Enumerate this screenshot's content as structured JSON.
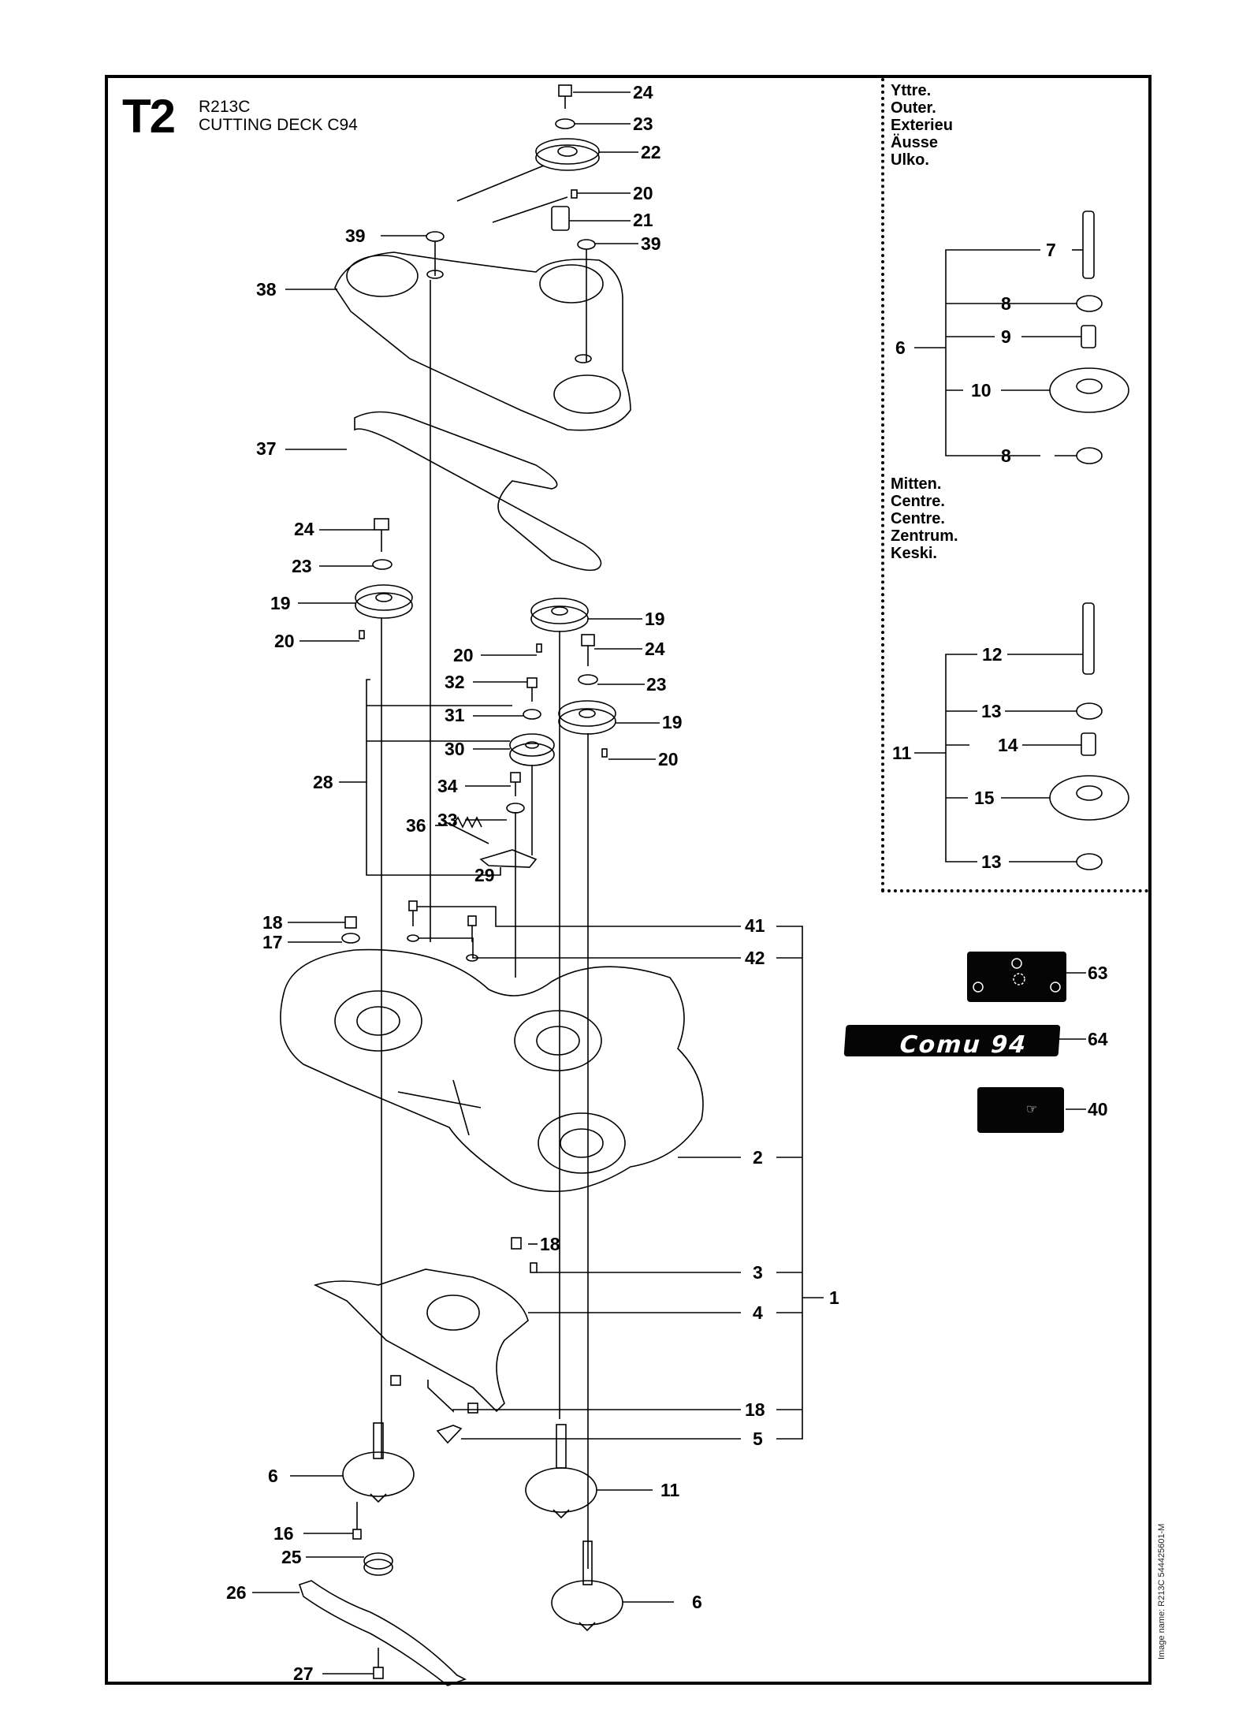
{
  "header": {
    "section_code": "T2",
    "model": "R213C",
    "title": "CUTTING DECK C94"
  },
  "variants": {
    "outer": [
      "Yttre.",
      "Outer.",
      "Exterieu",
      "Äusse",
      "Ulko."
    ],
    "center": [
      "Mitten.",
      "Centre.",
      "Centre.",
      "Zentrum.",
      "Keski."
    ]
  },
  "image_name": "Image name: R213C 544425601-M",
  "decals": {
    "model_badge_text": "Comu 94"
  },
  "callouts": [
    {
      "id": "c24a",
      "label": "24"
    },
    {
      "id": "c23a",
      "label": "23"
    },
    {
      "id": "c22",
      "label": "22"
    },
    {
      "id": "c20a",
      "label": "20"
    },
    {
      "id": "c21",
      "label": "21"
    },
    {
      "id": "c39a",
      "label": "39"
    },
    {
      "id": "c39b",
      "label": "39"
    },
    {
      "id": "c38",
      "label": "38"
    },
    {
      "id": "c37",
      "label": "37"
    },
    {
      "id": "c24b",
      "label": "24"
    },
    {
      "id": "c23b",
      "label": "23"
    },
    {
      "id": "c19a",
      "label": "19"
    },
    {
      "id": "c20b",
      "label": "20"
    },
    {
      "id": "c19b",
      "label": "19"
    },
    {
      "id": "c20c",
      "label": "20"
    },
    {
      "id": "c24c",
      "label": "24"
    },
    {
      "id": "c32",
      "label": "32"
    },
    {
      "id": "c23c",
      "label": "23"
    },
    {
      "id": "c31",
      "label": "31"
    },
    {
      "id": "c19c",
      "label": "19"
    },
    {
      "id": "c30",
      "label": "30"
    },
    {
      "id": "c20d",
      "label": "20"
    },
    {
      "id": "c28",
      "label": "28"
    },
    {
      "id": "c34",
      "label": "34"
    },
    {
      "id": "c33",
      "label": "33"
    },
    {
      "id": "c36",
      "label": "36"
    },
    {
      "id": "c29",
      "label": "29"
    },
    {
      "id": "c18a",
      "label": "18"
    },
    {
      "id": "c17",
      "label": "17"
    },
    {
      "id": "c41",
      "label": "41"
    },
    {
      "id": "c42",
      "label": "42"
    },
    {
      "id": "c2",
      "label": "2"
    },
    {
      "id": "c18b",
      "label": "18"
    },
    {
      "id": "c3",
      "label": "3"
    },
    {
      "id": "c1",
      "label": "1"
    },
    {
      "id": "c4",
      "label": "4"
    },
    {
      "id": "c18c",
      "label": "18"
    },
    {
      "id": "c5",
      "label": "5"
    },
    {
      "id": "c6a",
      "label": "6"
    },
    {
      "id": "c11a",
      "label": "11"
    },
    {
      "id": "c16",
      "label": "16"
    },
    {
      "id": "c25",
      "label": "25"
    },
    {
      "id": "c26",
      "label": "26"
    },
    {
      "id": "c6b",
      "label": "6"
    },
    {
      "id": "c27",
      "label": "27"
    },
    {
      "id": "c63",
      "label": "63"
    },
    {
      "id": "c64",
      "label": "64"
    },
    {
      "id": "c40",
      "label": "40"
    },
    {
      "id": "c7",
      "label": "7"
    },
    {
      "id": "c8a",
      "label": "8"
    },
    {
      "id": "c6c",
      "label": "6"
    },
    {
      "id": "c9",
      "label": "9"
    },
    {
      "id": "c10",
      "label": "10"
    },
    {
      "id": "c8b",
      "label": "8"
    },
    {
      "id": "c12",
      "label": "12"
    },
    {
      "id": "c13a",
      "label": "13"
    },
    {
      "id": "c11b",
      "label": "11"
    },
    {
      "id": "c14",
      "label": "14"
    },
    {
      "id": "c15",
      "label": "15"
    },
    {
      "id": "c13b",
      "label": "13"
    }
  ]
}
